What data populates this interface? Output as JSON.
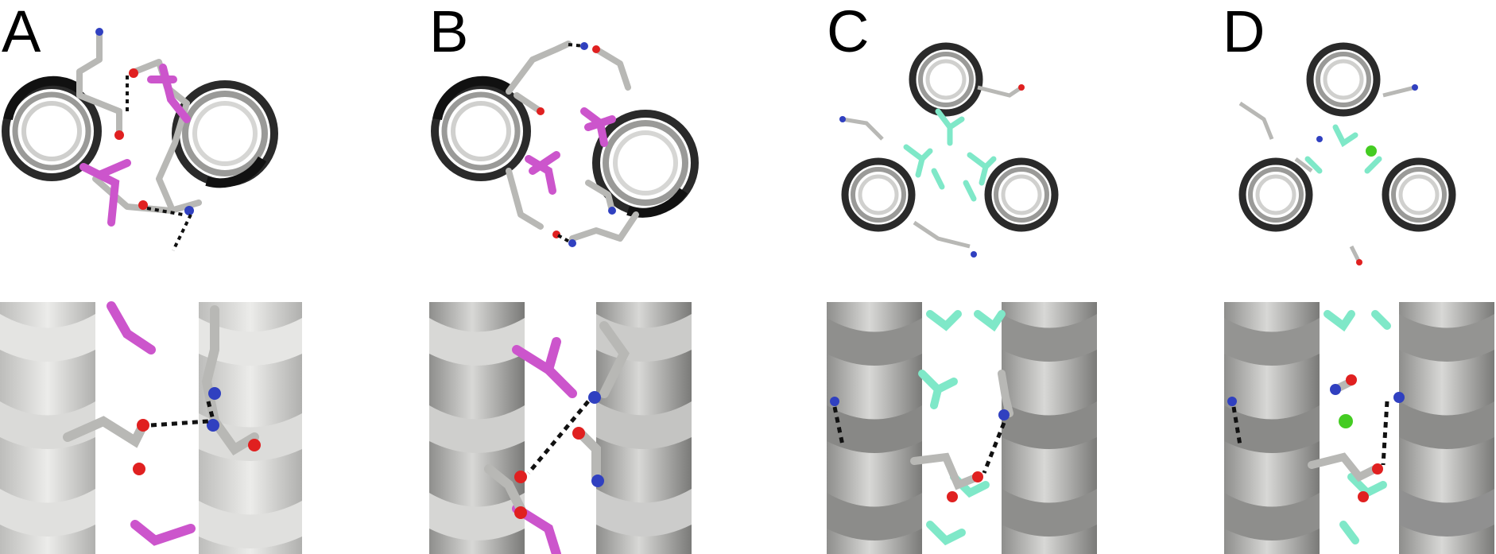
{
  "panels": [
    {
      "letter": "A",
      "residue_color": "#cc55cc"
    },
    {
      "letter": "B",
      "residue_color": "#cc55cc"
    },
    {
      "letter": "C",
      "residue_color": "#7fe8c8"
    },
    {
      "letter": "D",
      "residue_color": "#7fe8c8"
    }
  ],
  "colors": {
    "helix_dark": "#222222",
    "helix_mid": "#9a9a98",
    "helix_light": "#d2d2d0",
    "stick_gray": "#b8b8b5",
    "oxygen": "#e02020",
    "nitrogen": "#3040c0",
    "metal_ion": "#44cc22",
    "hbond": "#111111"
  }
}
